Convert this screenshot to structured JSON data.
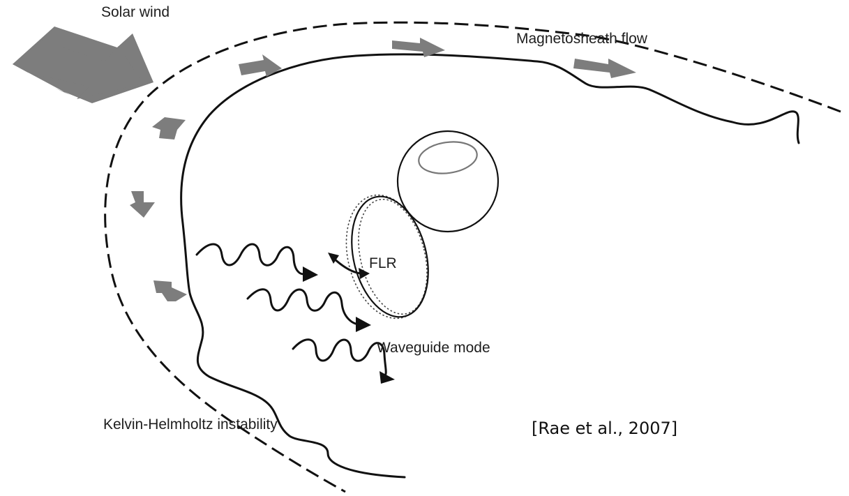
{
  "labels": {
    "solar_wind": "Solar wind",
    "magnetosheath_flow": "Magnetosheath flow",
    "flr": "FLR",
    "waveguide_mode": "Waveguide mode",
    "kelvin_helmholtz": "Kelvin-Helmholtz instability",
    "citation": "[Rae et al., 2007]"
  },
  "colors": {
    "flow_arrow": "#7d7d7d",
    "line": "#111111",
    "background": "#ffffff"
  }
}
